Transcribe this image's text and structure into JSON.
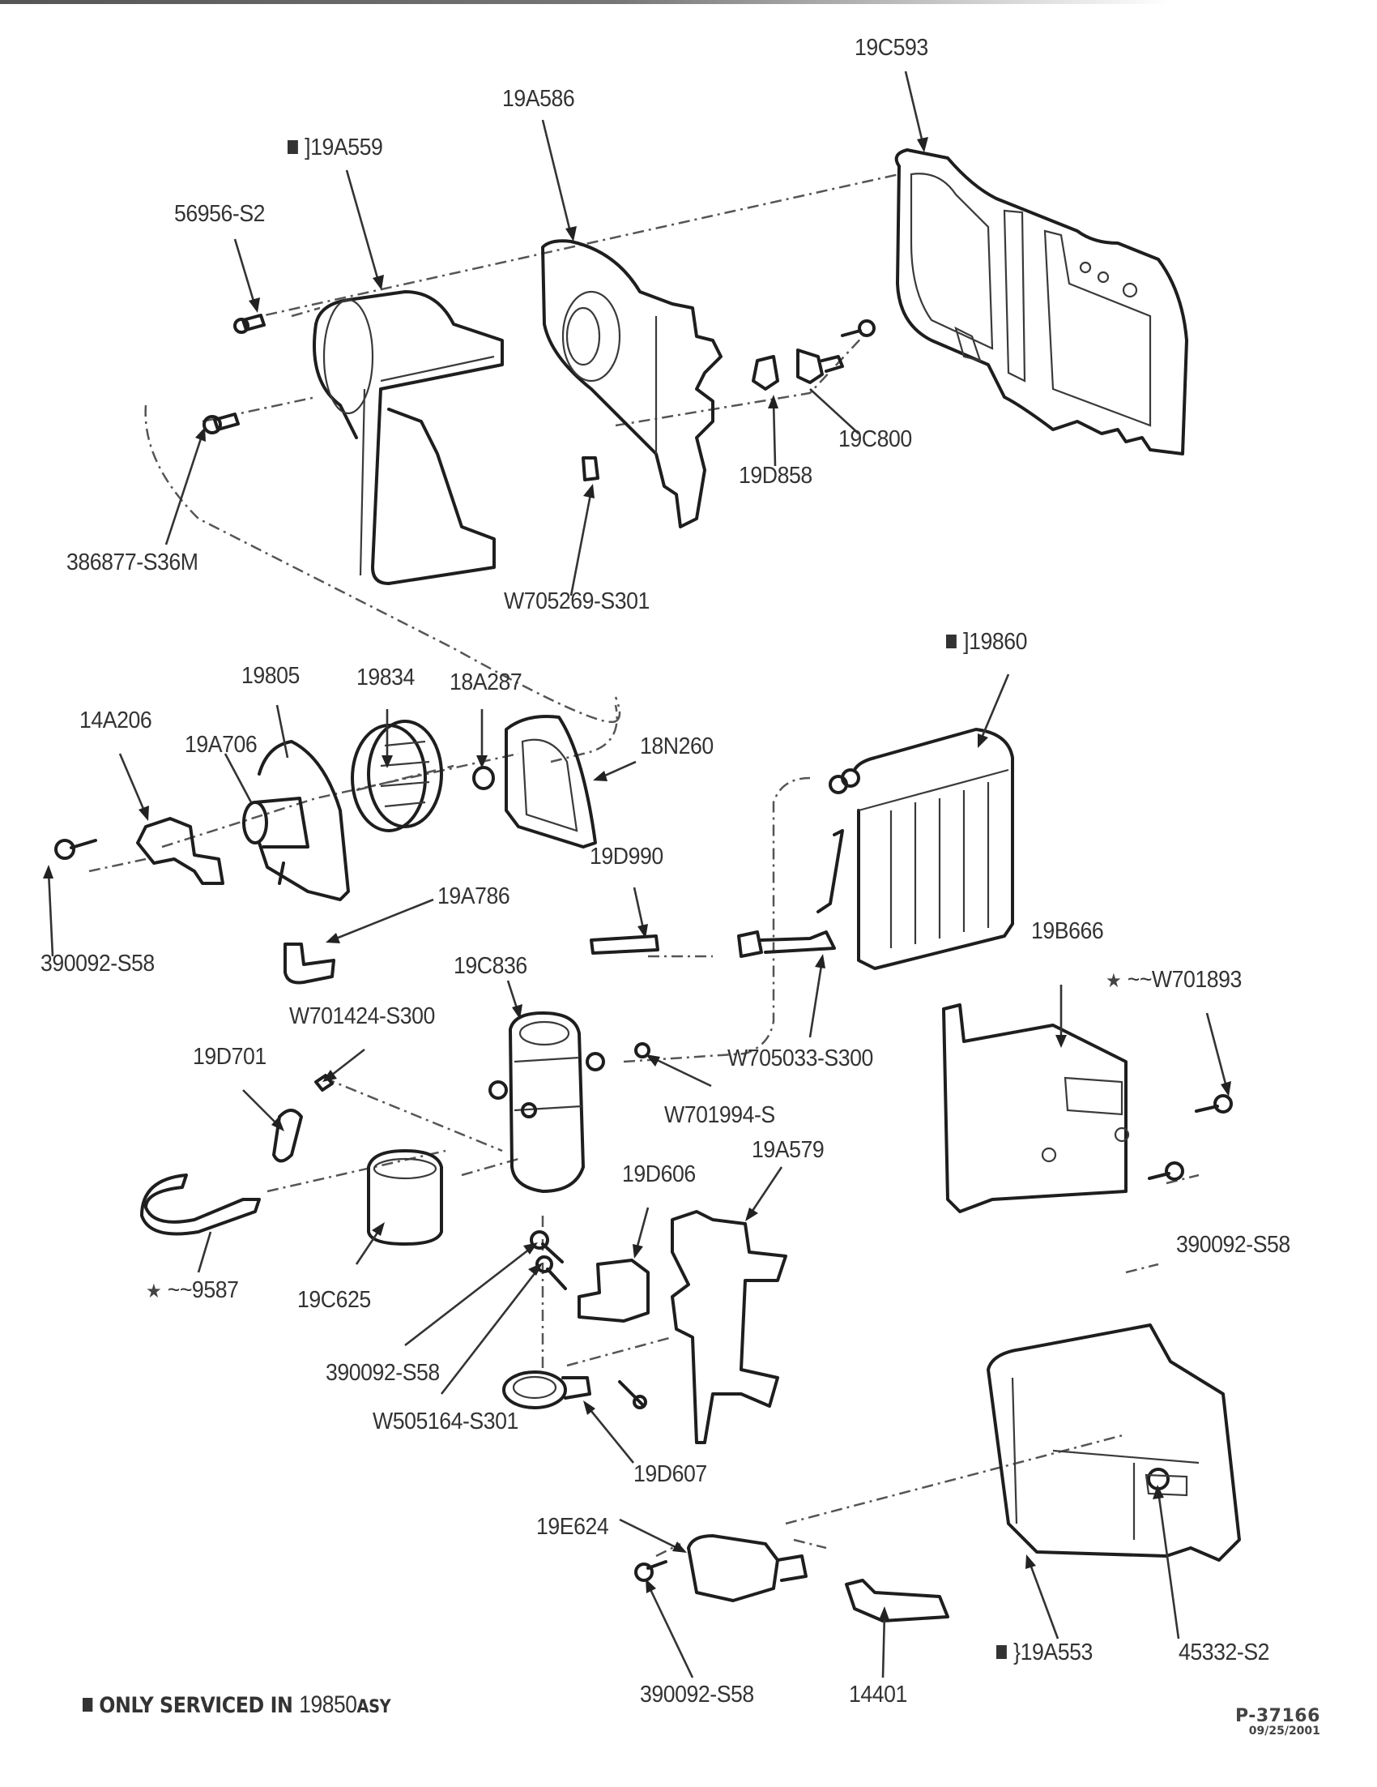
{
  "diagram": {
    "title": "Heater / Blower / Evaporator Exploded View",
    "labels": [
      {
        "id": "19C593",
        "text": "19C593"
      },
      {
        "id": "19A586",
        "text": "19A586"
      },
      {
        "id": "19A559",
        "text": "]19A559",
        "marked": true
      },
      {
        "id": "56956-S2",
        "text": "56956-S2"
      },
      {
        "id": "386877-S36M",
        "text": "386877-S36M"
      },
      {
        "id": "W705269-S301",
        "text": "W705269-S301"
      },
      {
        "id": "19D858",
        "text": "19D858"
      },
      {
        "id": "19C800",
        "text": "19C800"
      },
      {
        "id": "19860",
        "text": "]19860",
        "marked": true
      },
      {
        "id": "19805",
        "text": "19805"
      },
      {
        "id": "19834",
        "text": "19834"
      },
      {
        "id": "18A287",
        "text": "18A287"
      },
      {
        "id": "14A206",
        "text": "14A206"
      },
      {
        "id": "19A706",
        "text": "19A706"
      },
      {
        "id": "18N260",
        "text": "18N260"
      },
      {
        "id": "390092-S58-a",
        "text": "390092-S58"
      },
      {
        "id": "19A786",
        "text": "19A786"
      },
      {
        "id": "19D990",
        "text": "19D990"
      },
      {
        "id": "19C836",
        "text": "19C836"
      },
      {
        "id": "W701424-S300",
        "text": "W701424-S300"
      },
      {
        "id": "19D701",
        "text": "19D701"
      },
      {
        "id": "W705033-S300",
        "text": "W705033-S300"
      },
      {
        "id": "W701994-S",
        "text": "W701994-S"
      },
      {
        "id": "19B666",
        "text": "19B666"
      },
      {
        "id": "W701893",
        "text": "~~W701893",
        "starred": true
      },
      {
        "id": "19A579",
        "text": "19A579"
      },
      {
        "id": "19D606",
        "text": "19D606"
      },
      {
        "id": "9587",
        "text": "~~9587",
        "starred": true
      },
      {
        "id": "19C625",
        "text": "19C625"
      },
      {
        "id": "390092-S58-b",
        "text": "390092-S58"
      },
      {
        "id": "W505164-S301",
        "text": "W505164-S301"
      },
      {
        "id": "19D607",
        "text": "19D607"
      },
      {
        "id": "390092-S58-c",
        "text": "390092-S58"
      },
      {
        "id": "19E624",
        "text": "19E624"
      },
      {
        "id": "19A553",
        "text": "}19A553",
        "marked": true
      },
      {
        "id": "45332-S2",
        "text": "45332-S2"
      },
      {
        "id": "390092-S58-d",
        "text": "390092-S58"
      },
      {
        "id": "14401",
        "text": "14401"
      }
    ],
    "footnote": {
      "text": "ONLY SERVICED IN",
      "part": "19850",
      "suffix": "ASY"
    },
    "figure_code": "P-37166",
    "figure_date": "09/25/2001"
  }
}
